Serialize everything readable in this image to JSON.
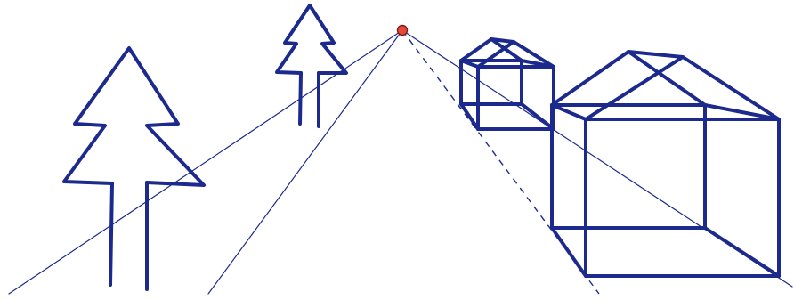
{
  "diagram": {
    "description_visible_text": "",
    "colors": {
      "stroke": "#1b2a8c",
      "vanishing_point_fill": "#e8483b",
      "vanishing_point_outline": "#7a1d16",
      "background": "#ffffff"
    },
    "elements": {
      "vanishing_point": "vanishing-point",
      "projection_lines": 4,
      "trees": 2,
      "houses": 2
    }
  }
}
